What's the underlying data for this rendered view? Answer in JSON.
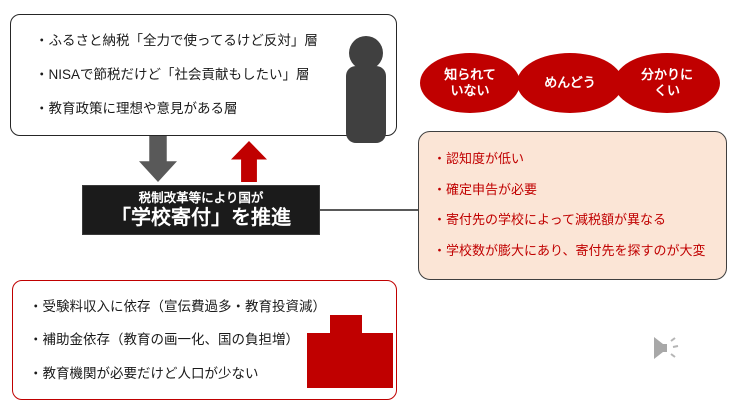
{
  "slide": {
    "kind": "presentation-slide",
    "language": "ja"
  },
  "target_box": {
    "items": [
      "・ふるさと納税「全力で使ってるけど反対」層",
      "・NISAで節税だけど「社会貢献もしたい」層",
      "・教育政策に理想や意見がある層"
    ],
    "icon": "person-icon"
  },
  "policy_box": {
    "line1": "税制改革等により国が",
    "line2": "「学校寄付」を推進"
  },
  "obstacle_bubbles": [
    {
      "label": "知られて\nいない"
    },
    {
      "label": "めんどう"
    },
    {
      "label": "分かりに\nくい"
    }
  ],
  "issues_box": {
    "items": [
      "・認知度が低い",
      "・確定申告が必要",
      "・寄付先の学校によって減税額が異なる",
      "・学校数が膨大にあり、寄付先を探すのが大変"
    ]
  },
  "school_box": {
    "items": [
      "・受験料収入に依存（宣伝費過多・教育投資減）",
      "・補助金依存（教育の画一化、国の負担増）",
      "・教育機関が必要だけど人口が少ない"
    ],
    "icon": "school-building-icon"
  },
  "icons": {
    "audio": "audio-speaker-icon",
    "down_arrow": "down-arrow-icon",
    "up_arrow": "up-arrow-icon"
  },
  "colors": {
    "accent_red": "#c00000",
    "pink_fill": "#fbe5d6",
    "black_box": "#1b1b1b",
    "gray_arrow": "#595959",
    "person_gray": "#404040",
    "audio_gray": "#a8a8a8"
  }
}
